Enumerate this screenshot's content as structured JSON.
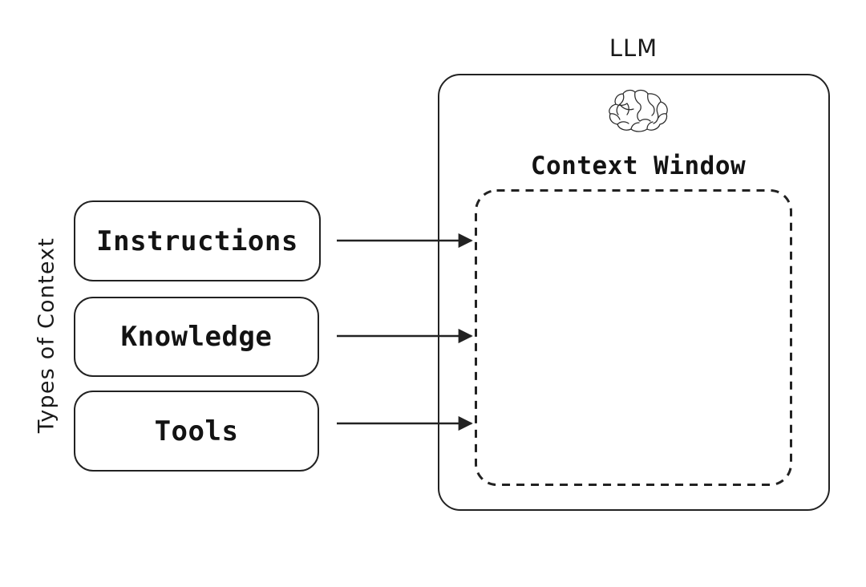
{
  "diagram": {
    "background_color": "#ffffff",
    "stroke_color": "#222222",
    "text_color": "#131313",
    "axis_label": "Types of Context",
    "context_types": [
      {
        "label": "Instructions",
        "icon": "rounded-rectangle"
      },
      {
        "label": "Knowledge",
        "icon": "rounded-rectangle"
      },
      {
        "label": "Tools",
        "icon": "rounded-rectangle"
      }
    ],
    "llm": {
      "title": "LLM",
      "icon": "brain-icon",
      "context_window": {
        "label": "Context Window",
        "border_style": "dashed"
      }
    },
    "arrows": [
      {
        "from": "Instructions",
        "to": "Context Window",
        "style": "solid-arrow-right"
      },
      {
        "from": "Knowledge",
        "to": "Context Window",
        "style": "solid-arrow-right"
      },
      {
        "from": "Tools",
        "to": "Context Window",
        "style": "solid-arrow-right"
      }
    ]
  }
}
